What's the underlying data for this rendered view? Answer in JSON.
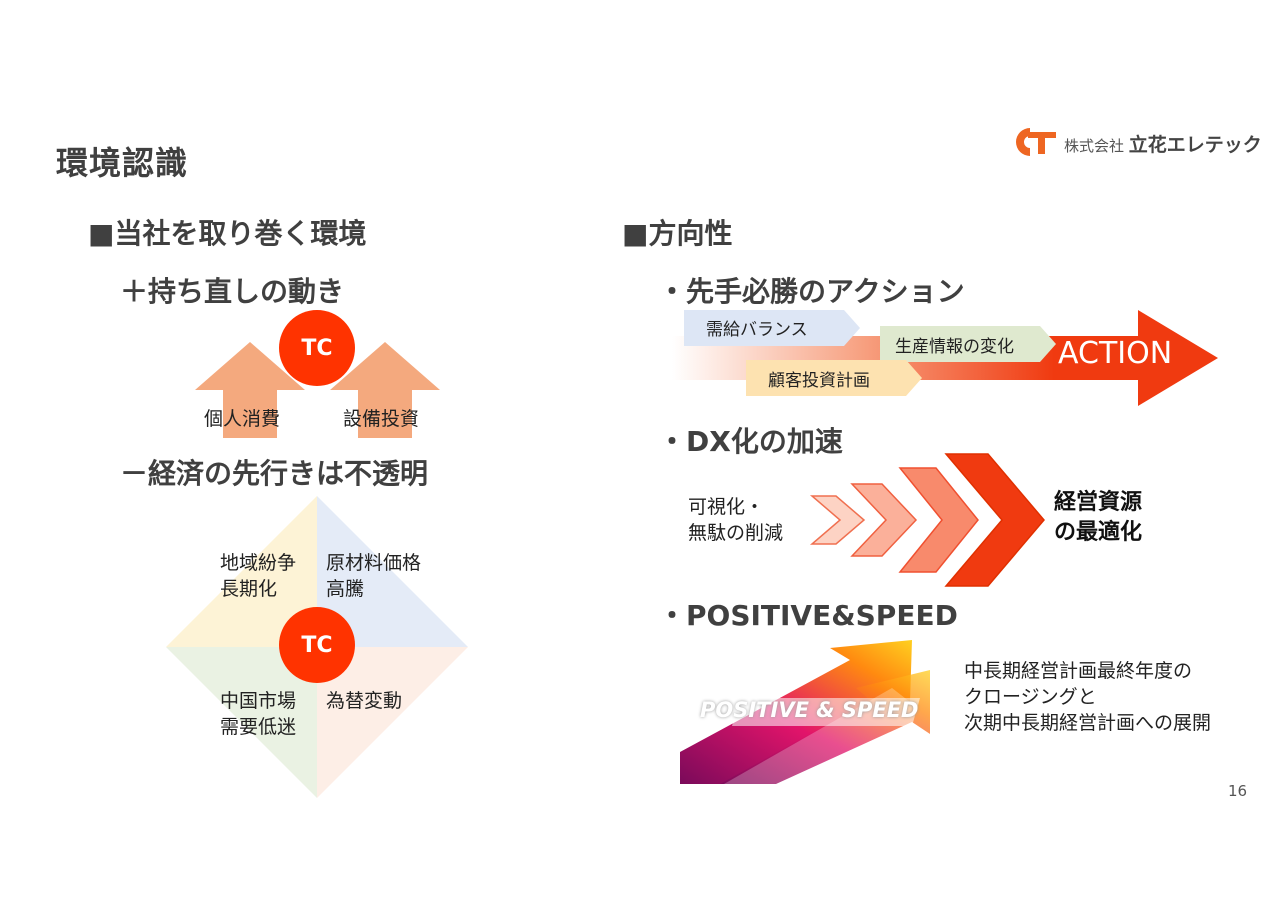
{
  "title": "環境認識",
  "logo": {
    "prefix": "株式会社",
    "name": "立花エレテック",
    "mark": "TC"
  },
  "left": {
    "heading": "■当社を取り巻く環境",
    "positive": {
      "heading": "＋持ち直しの動き",
      "badge": "TC",
      "items": [
        "個人消費",
        "設備投資"
      ]
    },
    "negative": {
      "heading": "－経済の先行きは不透明",
      "badge": "TC",
      "quadrants": [
        {
          "line1": "地域紛争",
          "line2": "長期化"
        },
        {
          "line1": "原材料価格",
          "line2": "高騰"
        },
        {
          "line1": "中国市場",
          "line2": "需要低迷"
        },
        {
          "line1": "為替変動",
          "line2": ""
        }
      ]
    }
  },
  "right": {
    "heading": "■方向性",
    "action": {
      "heading": "・先手必勝のアクション",
      "tags": [
        "需給バランス",
        "生産情報の変化",
        "顧客投資計画"
      ],
      "arrow_label": "ACTION"
    },
    "dx": {
      "heading": "・DX化の加速",
      "from_line1": "可視化・",
      "from_line2": "無駄の削減",
      "to_line1": "経営資源",
      "to_line2": "の最適化"
    },
    "positive_speed": {
      "heading": "・POSITIVE&SPEED",
      "image_text": "POSITIVE & SPEED",
      "line1": "中長期経営計画最終年度の",
      "line2": "クロージングと",
      "line3": "次期中長期経営計画への展開"
    }
  },
  "page_number": "16",
  "colors": {
    "accent": "#ff3300",
    "arrow_peach": "#f4a97e",
    "text": "#404040"
  }
}
